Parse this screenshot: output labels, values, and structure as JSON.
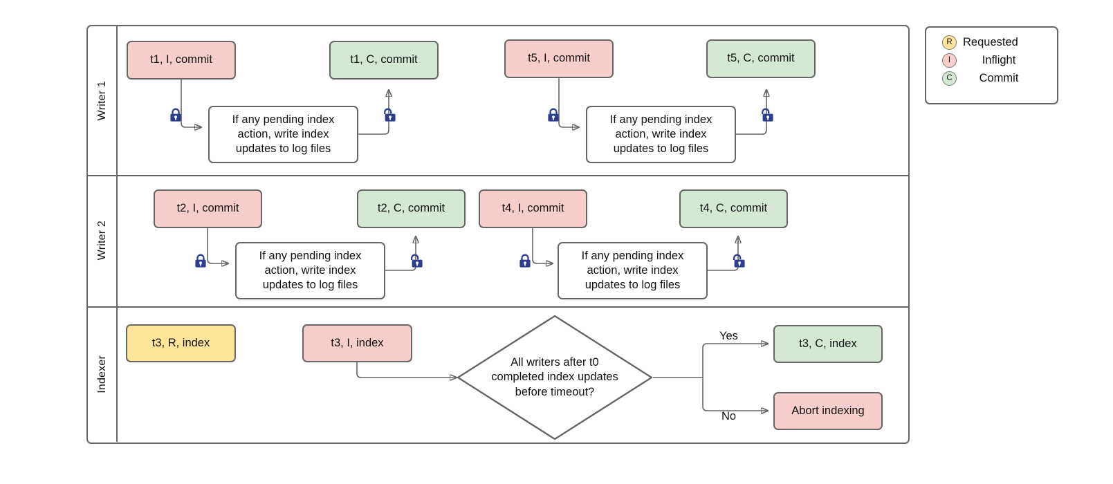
{
  "diagram": {
    "type": "swimlane-flowchart",
    "lanes": [
      {
        "id": "writer1",
        "label": "Writer 1"
      },
      {
        "id": "writer2",
        "label": "Writer 2"
      },
      {
        "id": "indexer",
        "label": "Indexer"
      }
    ],
    "process_text": "If any pending index action, write index updates to log files",
    "decision_text": "All writers after t0 completed index updates before timeout?",
    "nodes": {
      "w1_t1_inflight": {
        "label": "t1, I, commit",
        "state": "Inflight",
        "color": "#f8cecc"
      },
      "w1_t1_commit": {
        "label": "t1, C, commit",
        "state": "Commit",
        "color": "#d5e8d4"
      },
      "w1_proc_a": {
        "label": "If any pending index action, write index updates to log files",
        "color": "#ffffff"
      },
      "w1_t5_inflight": {
        "label": "t5, I, commit",
        "state": "Inflight",
        "color": "#f8cecc"
      },
      "w1_t5_commit": {
        "label": "t5, C, commit",
        "state": "Commit",
        "color": "#d5e8d4"
      },
      "w1_proc_b": {
        "label": "If any pending index action, write index updates to log files",
        "color": "#ffffff"
      },
      "w2_t2_inflight": {
        "label": "t2, I, commit",
        "state": "Inflight",
        "color": "#f8cecc"
      },
      "w2_t2_commit": {
        "label": "t2, C, commit",
        "state": "Commit",
        "color": "#d5e8d4"
      },
      "w2_proc_a": {
        "label": "If any pending index action, write index updates to log files",
        "color": "#ffffff"
      },
      "w2_t4_inflight": {
        "label": "t4, I, commit",
        "state": "Inflight",
        "color": "#f8cecc"
      },
      "w2_t4_commit": {
        "label": "t4, C, commit",
        "state": "Commit",
        "color": "#d5e8d4"
      },
      "w2_proc_b": {
        "label": "If any pending index action, write index updates to log files",
        "color": "#ffffff"
      },
      "ix_t3_requested": {
        "label": "t3, R, index",
        "state": "Requested",
        "color": "#ffe599"
      },
      "ix_t3_inflight": {
        "label": "t3, I, index",
        "state": "Inflight",
        "color": "#f8cecc"
      },
      "ix_decision": {
        "label": "All writers after t0 completed index updates before timeout?",
        "color": "#ffffff"
      },
      "ix_t3_commit": {
        "label": "t3, C, index",
        "state": "Commit",
        "color": "#d5e8d4"
      },
      "ix_abort": {
        "label": "Abort indexing",
        "color": "#f8cecc"
      }
    },
    "decision_lines": {
      "line1": "All writers after t0",
      "line2": "completed index updates",
      "line3": "before timeout?"
    },
    "process_lines": {
      "line1": "If any pending index",
      "line2": "action, write index",
      "line3": "updates to log files"
    },
    "edge_labels": {
      "yes": "Yes",
      "no": "No"
    },
    "icons": {
      "lock_closed": "lock-closed-icon",
      "lock_open": "lock-open-icon",
      "lock_color": "#2e3e8f"
    }
  },
  "legend": {
    "items": [
      {
        "badge": "R",
        "label": "Requested",
        "color": "#ffe599"
      },
      {
        "badge": "I",
        "label": "Inflight",
        "color": "#f8cecc"
      },
      {
        "badge": "C",
        "label": "Commit",
        "color": "#d5e8d4"
      }
    ]
  }
}
